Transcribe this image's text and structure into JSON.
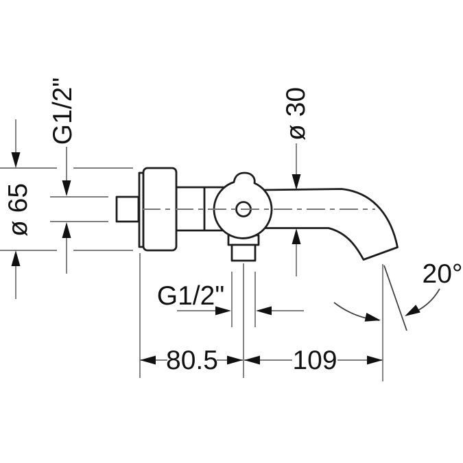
{
  "page": {
    "background": "#ffffff"
  },
  "drawing": {
    "type": "technical-dimension-drawing",
    "subject": "wall-mounted single-lever bath spout, side elevation",
    "labels": {
      "inlet_thread": "G1/2\"",
      "flange_diameter": "ø 65",
      "spout_diameter": "ø 30",
      "outlet_thread": "G1/2\"",
      "wall_to_outlet_center": "80.5",
      "outlet_center_to_tip": "109",
      "spout_angle": "20°"
    },
    "colors": {
      "outline": "#1c1c1c",
      "dimension_line": "#7d7d7d",
      "centerline": "#757575",
      "arrowhead": "#111111",
      "text": "#111111",
      "background": "#ffffff"
    }
  }
}
